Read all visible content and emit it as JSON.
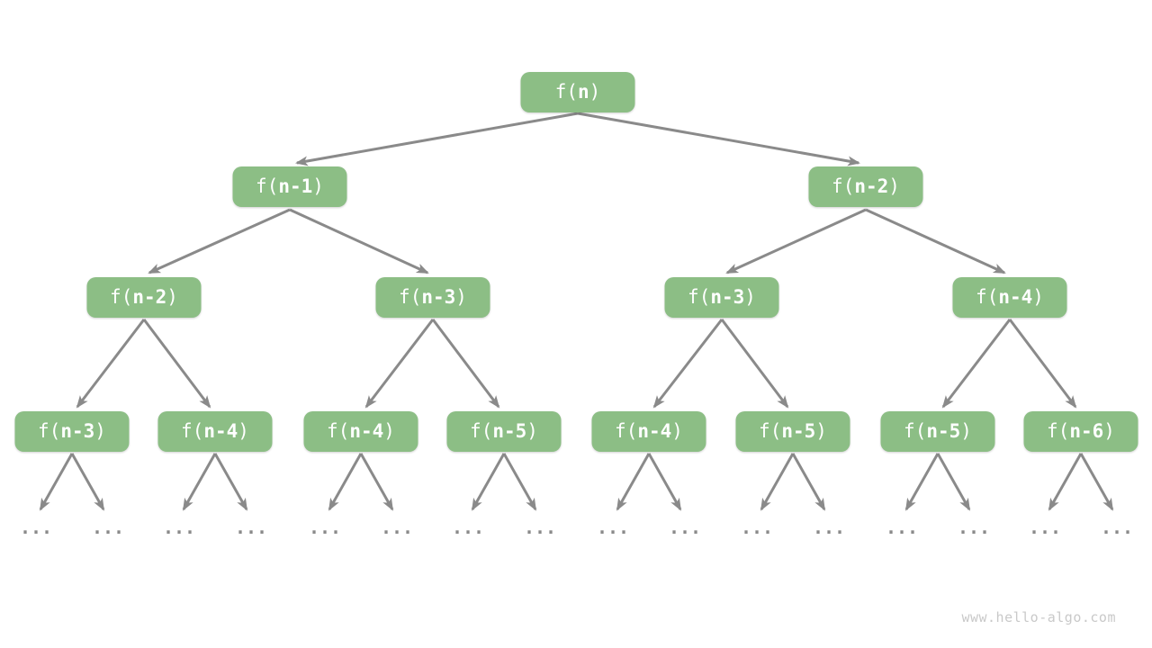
{
  "page": {
    "background": "#ffffff",
    "watermark_text": "www.hello-algo.com"
  },
  "colors": {
    "node_fill": "#8cbe85",
    "node_text": "#ffffff",
    "edge": "#8a8a8a",
    "watermark": "#c9c9c9"
  },
  "labels": {
    "func_prefix": "f(",
    "func_suffix": ")",
    "ellipsis": "..."
  },
  "tree": {
    "root": {
      "text": "f(n)",
      "arg": "n"
    },
    "level1": [
      {
        "text": "f(n-1)",
        "arg": "n-1"
      },
      {
        "text": "f(n-2)",
        "arg": "n-2"
      }
    ],
    "level2": [
      {
        "text": "f(n-2)",
        "arg": "n-2"
      },
      {
        "text": "f(n-3)",
        "arg": "n-3"
      },
      {
        "text": "f(n-3)",
        "arg": "n-3"
      },
      {
        "text": "f(n-4)",
        "arg": "n-4"
      }
    ],
    "level3": [
      {
        "text": "f(n-3)",
        "arg": "n-3"
      },
      {
        "text": "f(n-4)",
        "arg": "n-4"
      },
      {
        "text": "f(n-4)",
        "arg": "n-4"
      },
      {
        "text": "f(n-5)",
        "arg": "n-5"
      },
      {
        "text": "f(n-4)",
        "arg": "n-4"
      },
      {
        "text": "f(n-5)",
        "arg": "n-5"
      },
      {
        "text": "f(n-5)",
        "arg": "n-5"
      },
      {
        "text": "f(n-6)",
        "arg": "n-6"
      }
    ]
  }
}
